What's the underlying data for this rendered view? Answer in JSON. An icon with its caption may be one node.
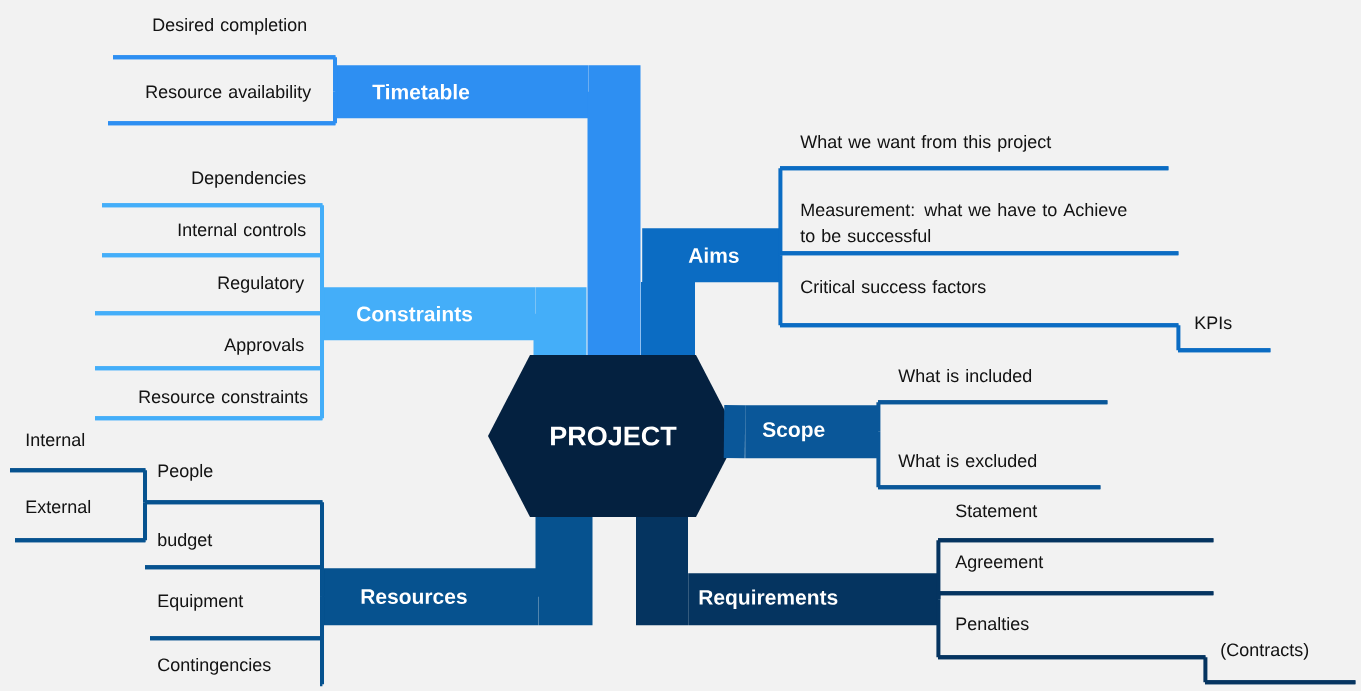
{
  "diagram": {
    "nodes": [
      {
        "text": [
          "PROJECT"
        ]
      },
      {
        "text": [
          "Timetable"
        ]
      },
      {
        "text": [
          "Desired completion"
        ]
      },
      {
        "text": [
          "Resource availability"
        ]
      },
      {
        "text": [
          "Constraints"
        ]
      },
      {
        "text": [
          "Dependencies"
        ]
      },
      {
        "text": [
          "Internal controls"
        ]
      },
      {
        "text": [
          "Regulatory"
        ]
      },
      {
        "text": [
          "Approvals"
        ]
      },
      {
        "text": [
          "Resource constraints"
        ]
      },
      {
        "text": [
          "Aims"
        ]
      },
      {
        "text": [
          "What we want from this project"
        ]
      },
      {
        "text": [
          "Measurement: what we have to Achieve to be successful"
        ]
      },
      {
        "text": [
          "Critical success factors"
        ]
      },
      {
        "text": [
          "KPIs"
        ]
      },
      {
        "text": [
          "Scope"
        ]
      },
      {
        "text": [
          "What is included"
        ]
      },
      {
        "text": [
          "What is excluded"
        ]
      },
      {
        "text": [
          "Resources"
        ]
      },
      {
        "text": [
          "People"
        ]
      },
      {
        "text": [
          "Internal"
        ]
      },
      {
        "text": [
          "External"
        ]
      },
      {
        "text": [
          "budget"
        ]
      },
      {
        "text": [
          "Equipment"
        ]
      },
      {
        "text": [
          "Contingencies"
        ]
      },
      {
        "text": [
          "Requirements"
        ]
      },
      {
        "text": [
          "Statement"
        ]
      },
      {
        "text": [
          "Agreement"
        ]
      },
      {
        "text": [
          "Penalties"
        ]
      },
      {
        "text": [
          "(Contracts)"
        ]
      }
    ],
    "edges": [
      {
        "from": 0,
        "to": 1,
        "arrow": "none",
        "style": "thick",
        "color": "#2e8ff2"
      },
      {
        "from": 1,
        "to": 2,
        "arrow": "none",
        "color": "#2e8ff2"
      },
      {
        "from": 1,
        "to": 3,
        "arrow": "none",
        "color": "#2e8ff2"
      },
      {
        "from": 0,
        "to": 4,
        "arrow": "none",
        "style": "thick",
        "color": "#44aef9"
      },
      {
        "from": 4,
        "to": 5,
        "arrow": "none",
        "color": "#44aef9"
      },
      {
        "from": 4,
        "to": 6,
        "arrow": "none",
        "color": "#44aef9"
      },
      {
        "from": 4,
        "to": 7,
        "arrow": "none",
        "color": "#44aef9"
      },
      {
        "from": 4,
        "to": 8,
        "arrow": "none",
        "color": "#44aef9"
      },
      {
        "from": 4,
        "to": 9,
        "arrow": "none",
        "color": "#44aef9"
      },
      {
        "from": 0,
        "to": 10,
        "arrow": "none",
        "style": "thick",
        "color": "#0b6cc3"
      },
      {
        "from": 10,
        "to": 11,
        "arrow": "none",
        "color": "#0b6cc3"
      },
      {
        "from": 10,
        "to": 12,
        "arrow": "none",
        "color": "#0b6cc3"
      },
      {
        "from": 10,
        "to": 13,
        "arrow": "none",
        "color": "#0b6cc3"
      },
      {
        "from": 13,
        "to": 14,
        "arrow": "none",
        "color": "#0b6cc3"
      },
      {
        "from": 0,
        "to": 15,
        "arrow": "none",
        "style": "thick",
        "color": "#0a5799"
      },
      {
        "from": 15,
        "to": 16,
        "arrow": "none",
        "color": "#0a5799"
      },
      {
        "from": 15,
        "to": 17,
        "arrow": "none",
        "color": "#0a5799"
      },
      {
        "from": 0,
        "to": 18,
        "arrow": "none",
        "style": "thick",
        "color": "#06528f"
      },
      {
        "from": 18,
        "to": 19,
        "arrow": "none",
        "color": "#06528f"
      },
      {
        "from": 19,
        "to": 20,
        "arrow": "none",
        "color": "#06528f"
      },
      {
        "from": 19,
        "to": 21,
        "arrow": "none",
        "color": "#06528f"
      },
      {
        "from": 18,
        "to": 22,
        "arrow": "none",
        "color": "#06528f"
      },
      {
        "from": 18,
        "to": 23,
        "arrow": "none",
        "color": "#06528f"
      },
      {
        "from": 18,
        "to": 24,
        "arrow": "none",
        "color": "#06528f"
      },
      {
        "from": 0,
        "to": 25,
        "arrow": "none",
        "style": "thick",
        "color": "#053460"
      },
      {
        "from": 25,
        "to": 26,
        "arrow": "none",
        "color": "#053460"
      },
      {
        "from": 25,
        "to": 27,
        "arrow": "none",
        "color": "#053460"
      },
      {
        "from": 25,
        "to": 28,
        "arrow": "none",
        "color": "#053460"
      },
      {
        "from": 28,
        "to": 29,
        "arrow": "none",
        "color": "#053460"
      }
    ]
  }
}
